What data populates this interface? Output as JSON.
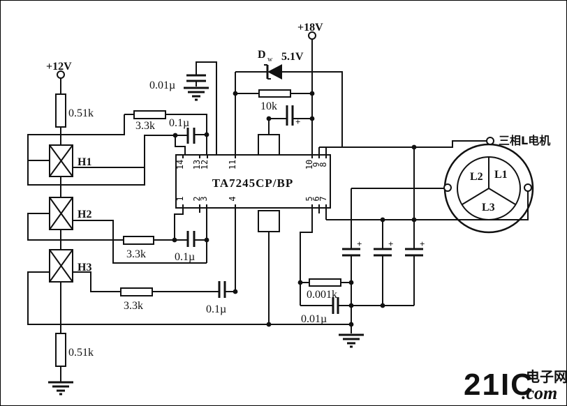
{
  "labels": {
    "v12": "+12V",
    "v18": "+18V",
    "r051_top": "0.51k",
    "r051_bot": "0.51k",
    "r33_1": "3.3k",
    "r33_2": "3.3k",
    "r33_3": "3.3k",
    "r10k": "10k",
    "r0001k": "0.001k",
    "c001_top": "0.01µ",
    "c001_bot": "0.01µ",
    "c01_1": "0.1µ",
    "c01_2": "0.1µ",
    "c01_3": "0.1µ",
    "zener_d": "D",
    "zener_sub": "w",
    "zener_v": "5.1V",
    "h1": "H1",
    "h2": "H2",
    "h3": "H3",
    "ic": "TA7245CP/BP",
    "motor": "三相L电机",
    "l1": "L1",
    "l2": "L2",
    "l3": "L3",
    "plus": "+"
  },
  "ic_pins": {
    "top": [
      "14",
      "13",
      "12",
      "11",
      "10",
      "9",
      "8"
    ],
    "bottom": [
      "1",
      "2",
      "3",
      "4",
      "5",
      "6",
      "7"
    ]
  },
  "watermark": {
    "brand": "21IC",
    "cn": "电子网",
    "domain": ".com",
    "brand_color": "#f5b9bb",
    "accent_color": "#cdaede"
  }
}
